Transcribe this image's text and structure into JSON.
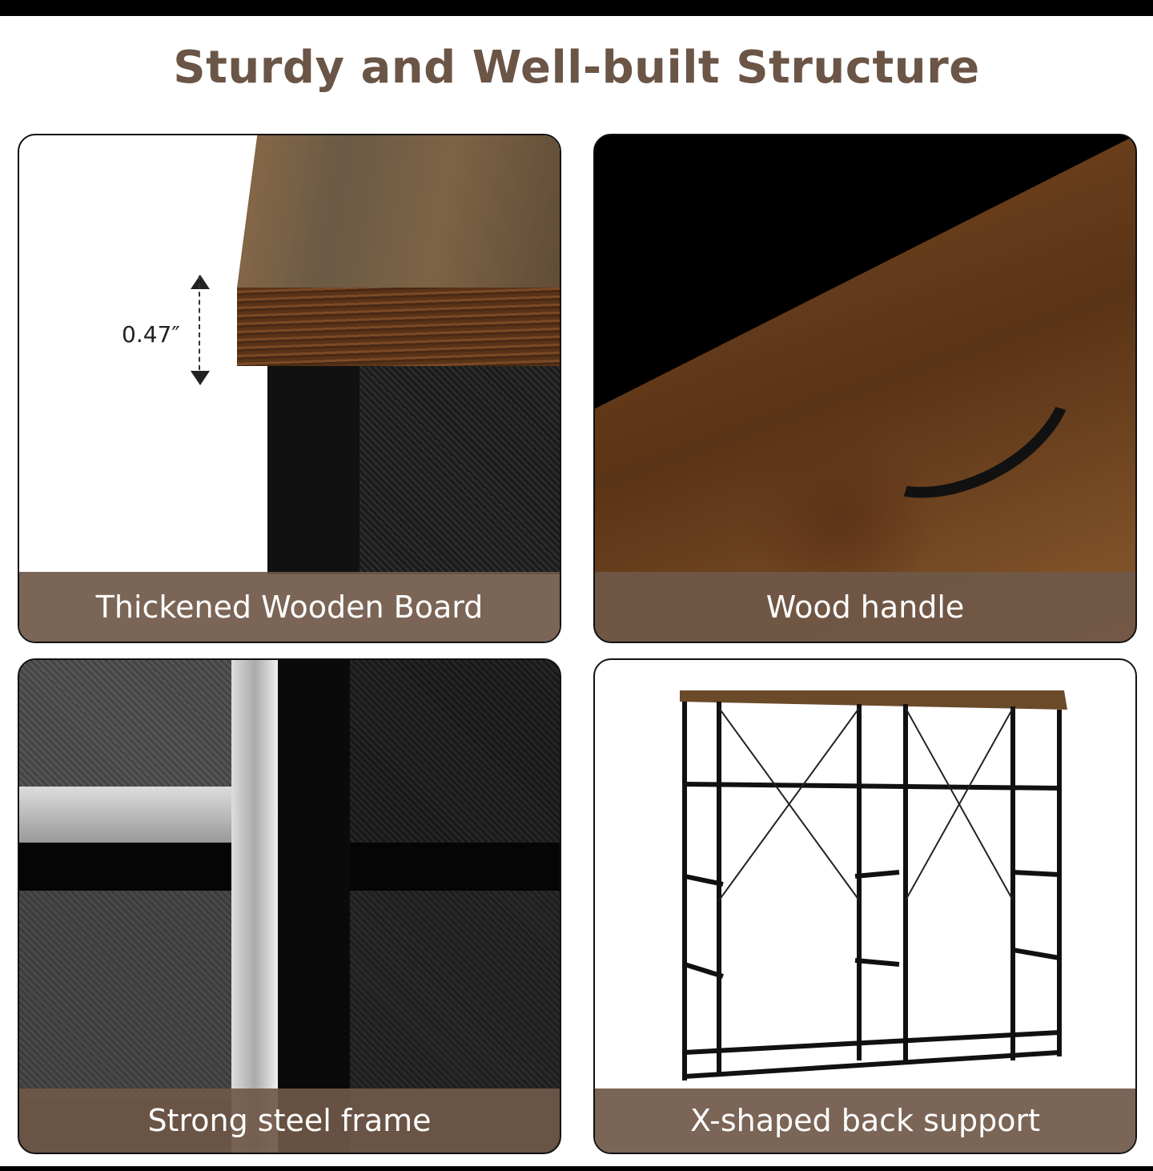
{
  "title": "Sturdy and Well-built Structure",
  "panels": [
    {
      "label": "Thickened Wooden Board",
      "dimension": "0.47″"
    },
    {
      "label": "Wood handle"
    },
    {
      "label": "Strong steel frame"
    },
    {
      "label": "X-shaped back support"
    }
  ],
  "colors": {
    "title": "#6b5546",
    "label_band": "#705848",
    "wood": "#6b4a2a"
  }
}
